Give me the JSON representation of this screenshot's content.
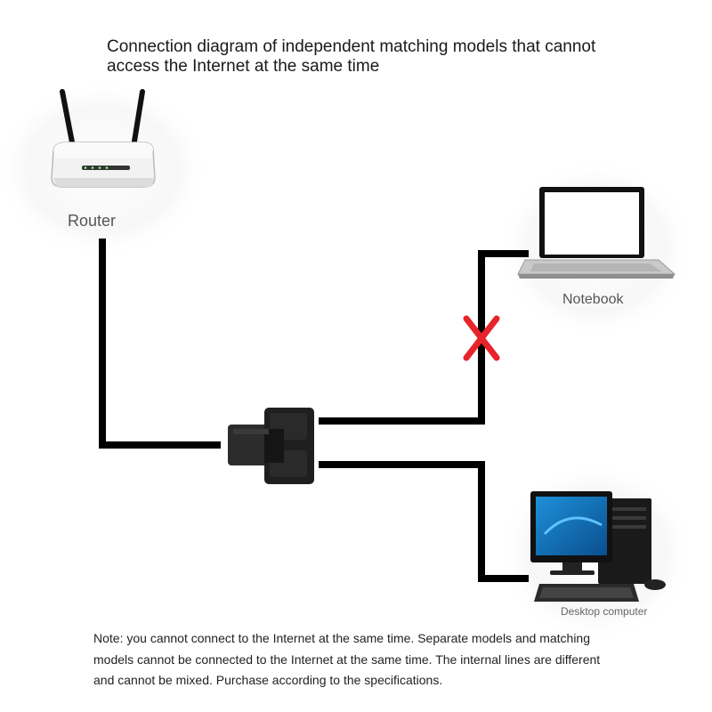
{
  "title": "Connection diagram of independent matching models that cannot access the Internet at the same time",
  "devices": {
    "router": {
      "label": "Router",
      "icon": "router-icon"
    },
    "notebook": {
      "label": "Notebook",
      "icon": "laptop-icon"
    },
    "desktop": {
      "label": "Desktop computer",
      "icon": "desktop-computer-icon"
    }
  },
  "splitter": {
    "icon": "rj45-splitter-icon"
  },
  "blocked_marker": {
    "icon": "red-x-icon",
    "color": "#e8242b"
  },
  "note": "Note: you cannot connect to the Internet at the same time. Separate models and matching models cannot be connected to the Internet at the same time. The internal lines are different and cannot be mixed. Purchase according to the specifications."
}
